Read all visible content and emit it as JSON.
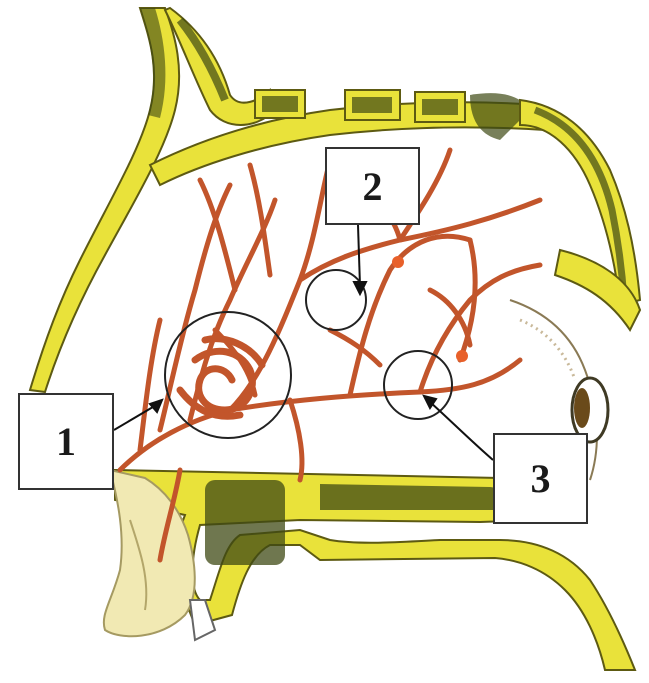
{
  "labels": {
    "one": "1",
    "two": "2",
    "three": "3"
  },
  "colors": {
    "bone": "#e9e23a",
    "bone_edge": "#5d5a12",
    "marrow": "#3f4a14",
    "vessel": "#c2552b",
    "vessel_dark": "#9c3b1c",
    "cartilage": "#f1e9b3",
    "background": "#ffffff"
  }
}
